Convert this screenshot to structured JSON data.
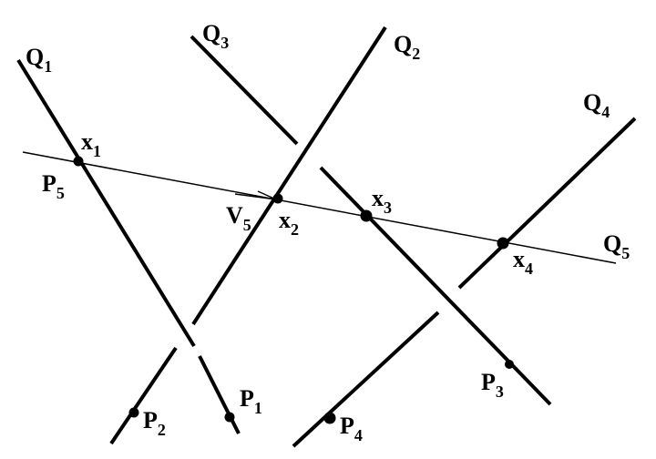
{
  "labels": {
    "q1": {
      "base": "Q",
      "sub": "1"
    },
    "q2": {
      "base": "Q",
      "sub": "2"
    },
    "q3": {
      "base": "Q",
      "sub": "3"
    },
    "q4": {
      "base": "Q",
      "sub": "4"
    },
    "q5": {
      "base": "Q",
      "sub": "5"
    },
    "x1": {
      "base": "x",
      "sub": "1"
    },
    "x2": {
      "base": "x",
      "sub": "2"
    },
    "x3": {
      "base": "x",
      "sub": "3"
    },
    "x4": {
      "base": "x",
      "sub": "4"
    },
    "p1": {
      "base": "P",
      "sub": "1"
    },
    "p2": {
      "base": "P",
      "sub": "2"
    },
    "p3": {
      "base": "P",
      "sub": "3"
    },
    "p4": {
      "base": "P",
      "sub": "4"
    },
    "p5": {
      "base": "P",
      "sub": "5"
    },
    "v5": {
      "base": "V",
      "sub": "5"
    }
  }
}
